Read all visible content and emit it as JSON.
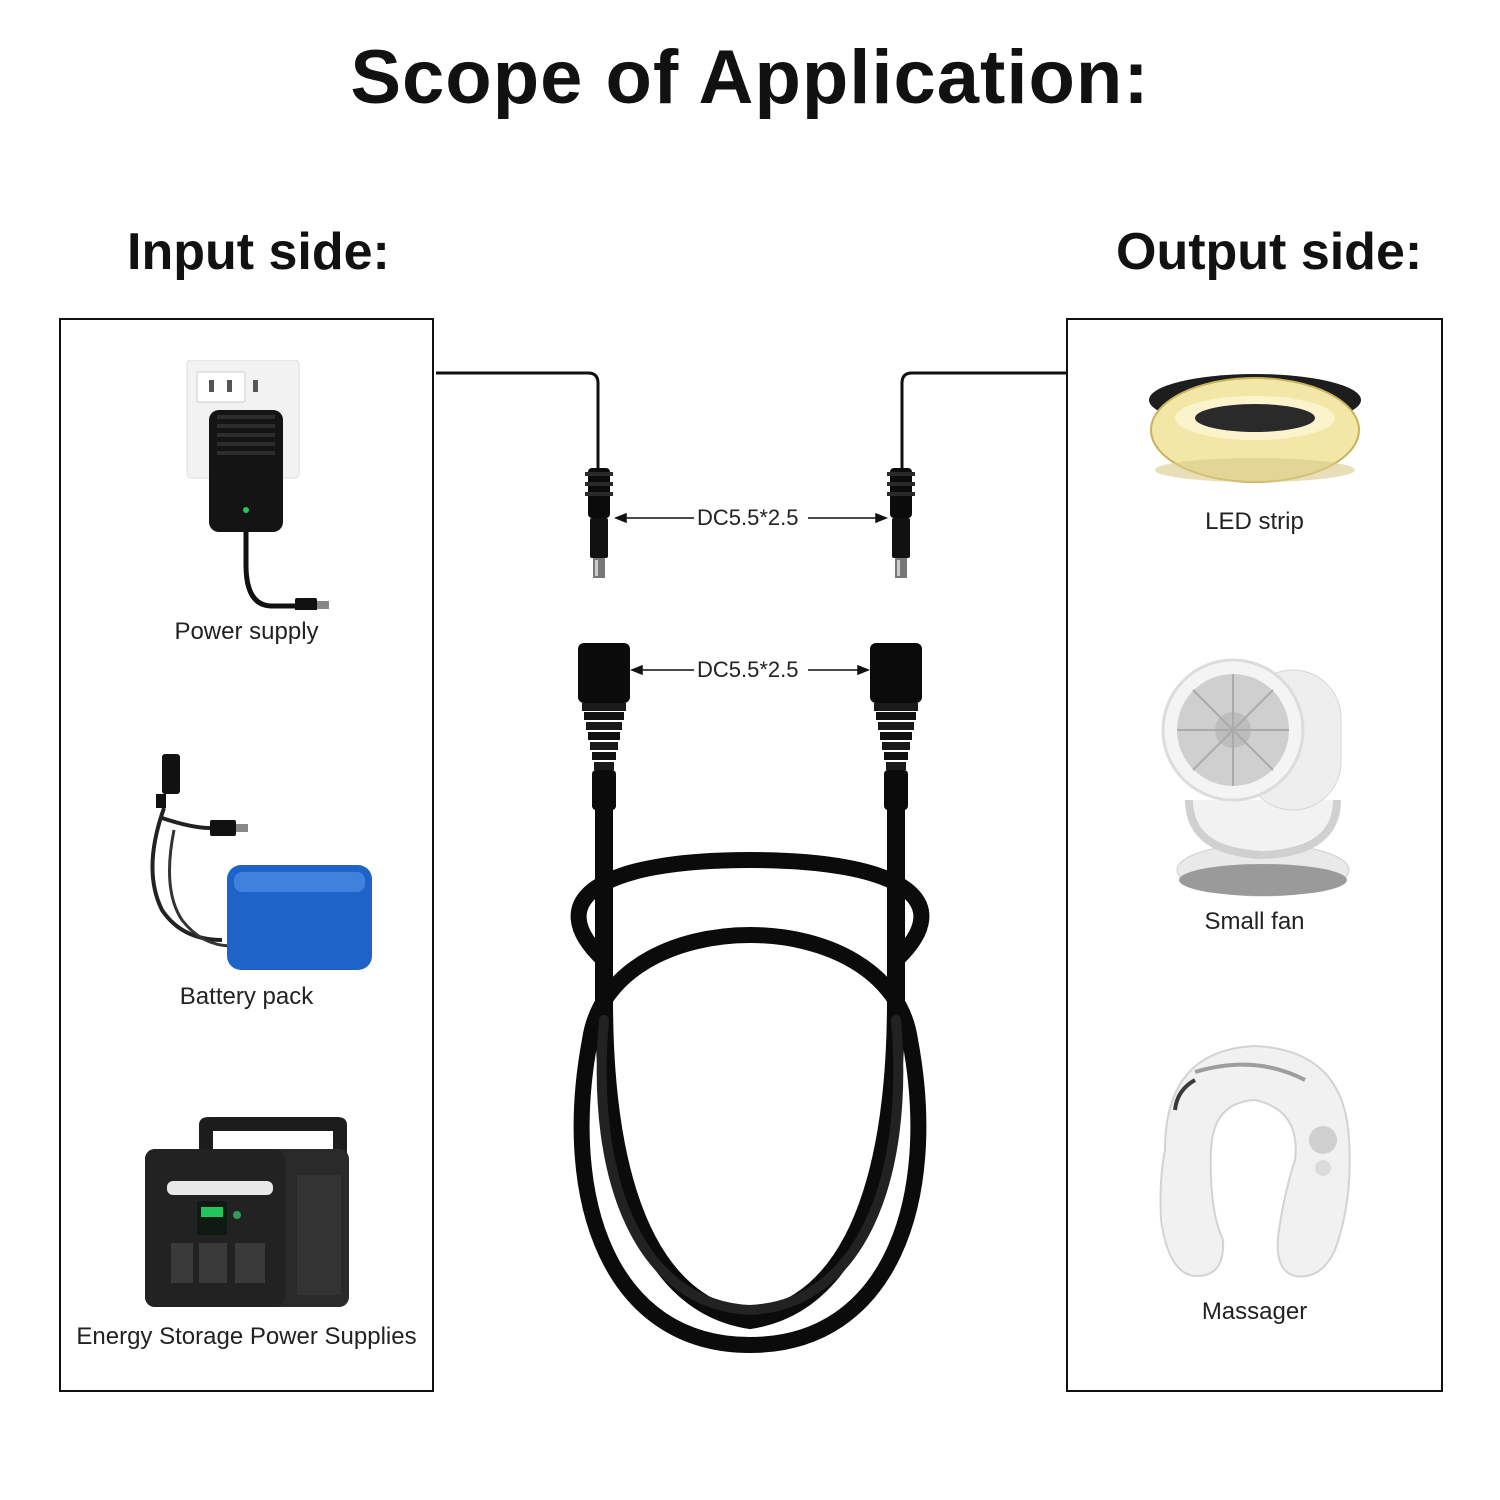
{
  "title": "Scope of Application:",
  "input_side": {
    "heading": "Input side:",
    "devices": [
      {
        "label": "Power supply",
        "icon": "power-adapter-icon"
      },
      {
        "label": "Battery pack",
        "icon": "battery-pack-icon"
      },
      {
        "label": "Energy Storage Power Supplies",
        "icon": "power-station-icon"
      }
    ]
  },
  "output_side": {
    "heading": "Output side:",
    "devices": [
      {
        "label": "LED strip",
        "icon": "led-strip-icon"
      },
      {
        "label": "Small fan",
        "icon": "fan-icon"
      },
      {
        "label": "Massager",
        "icon": "neck-massager-icon"
      }
    ]
  },
  "connectors": {
    "male_spec": "DC5.5*2.5",
    "female_spec": "DC5.5*2.5"
  },
  "colors": {
    "cable": "#0b0b0b",
    "battery": "#1e63c8",
    "led": "#f3e7a8"
  }
}
